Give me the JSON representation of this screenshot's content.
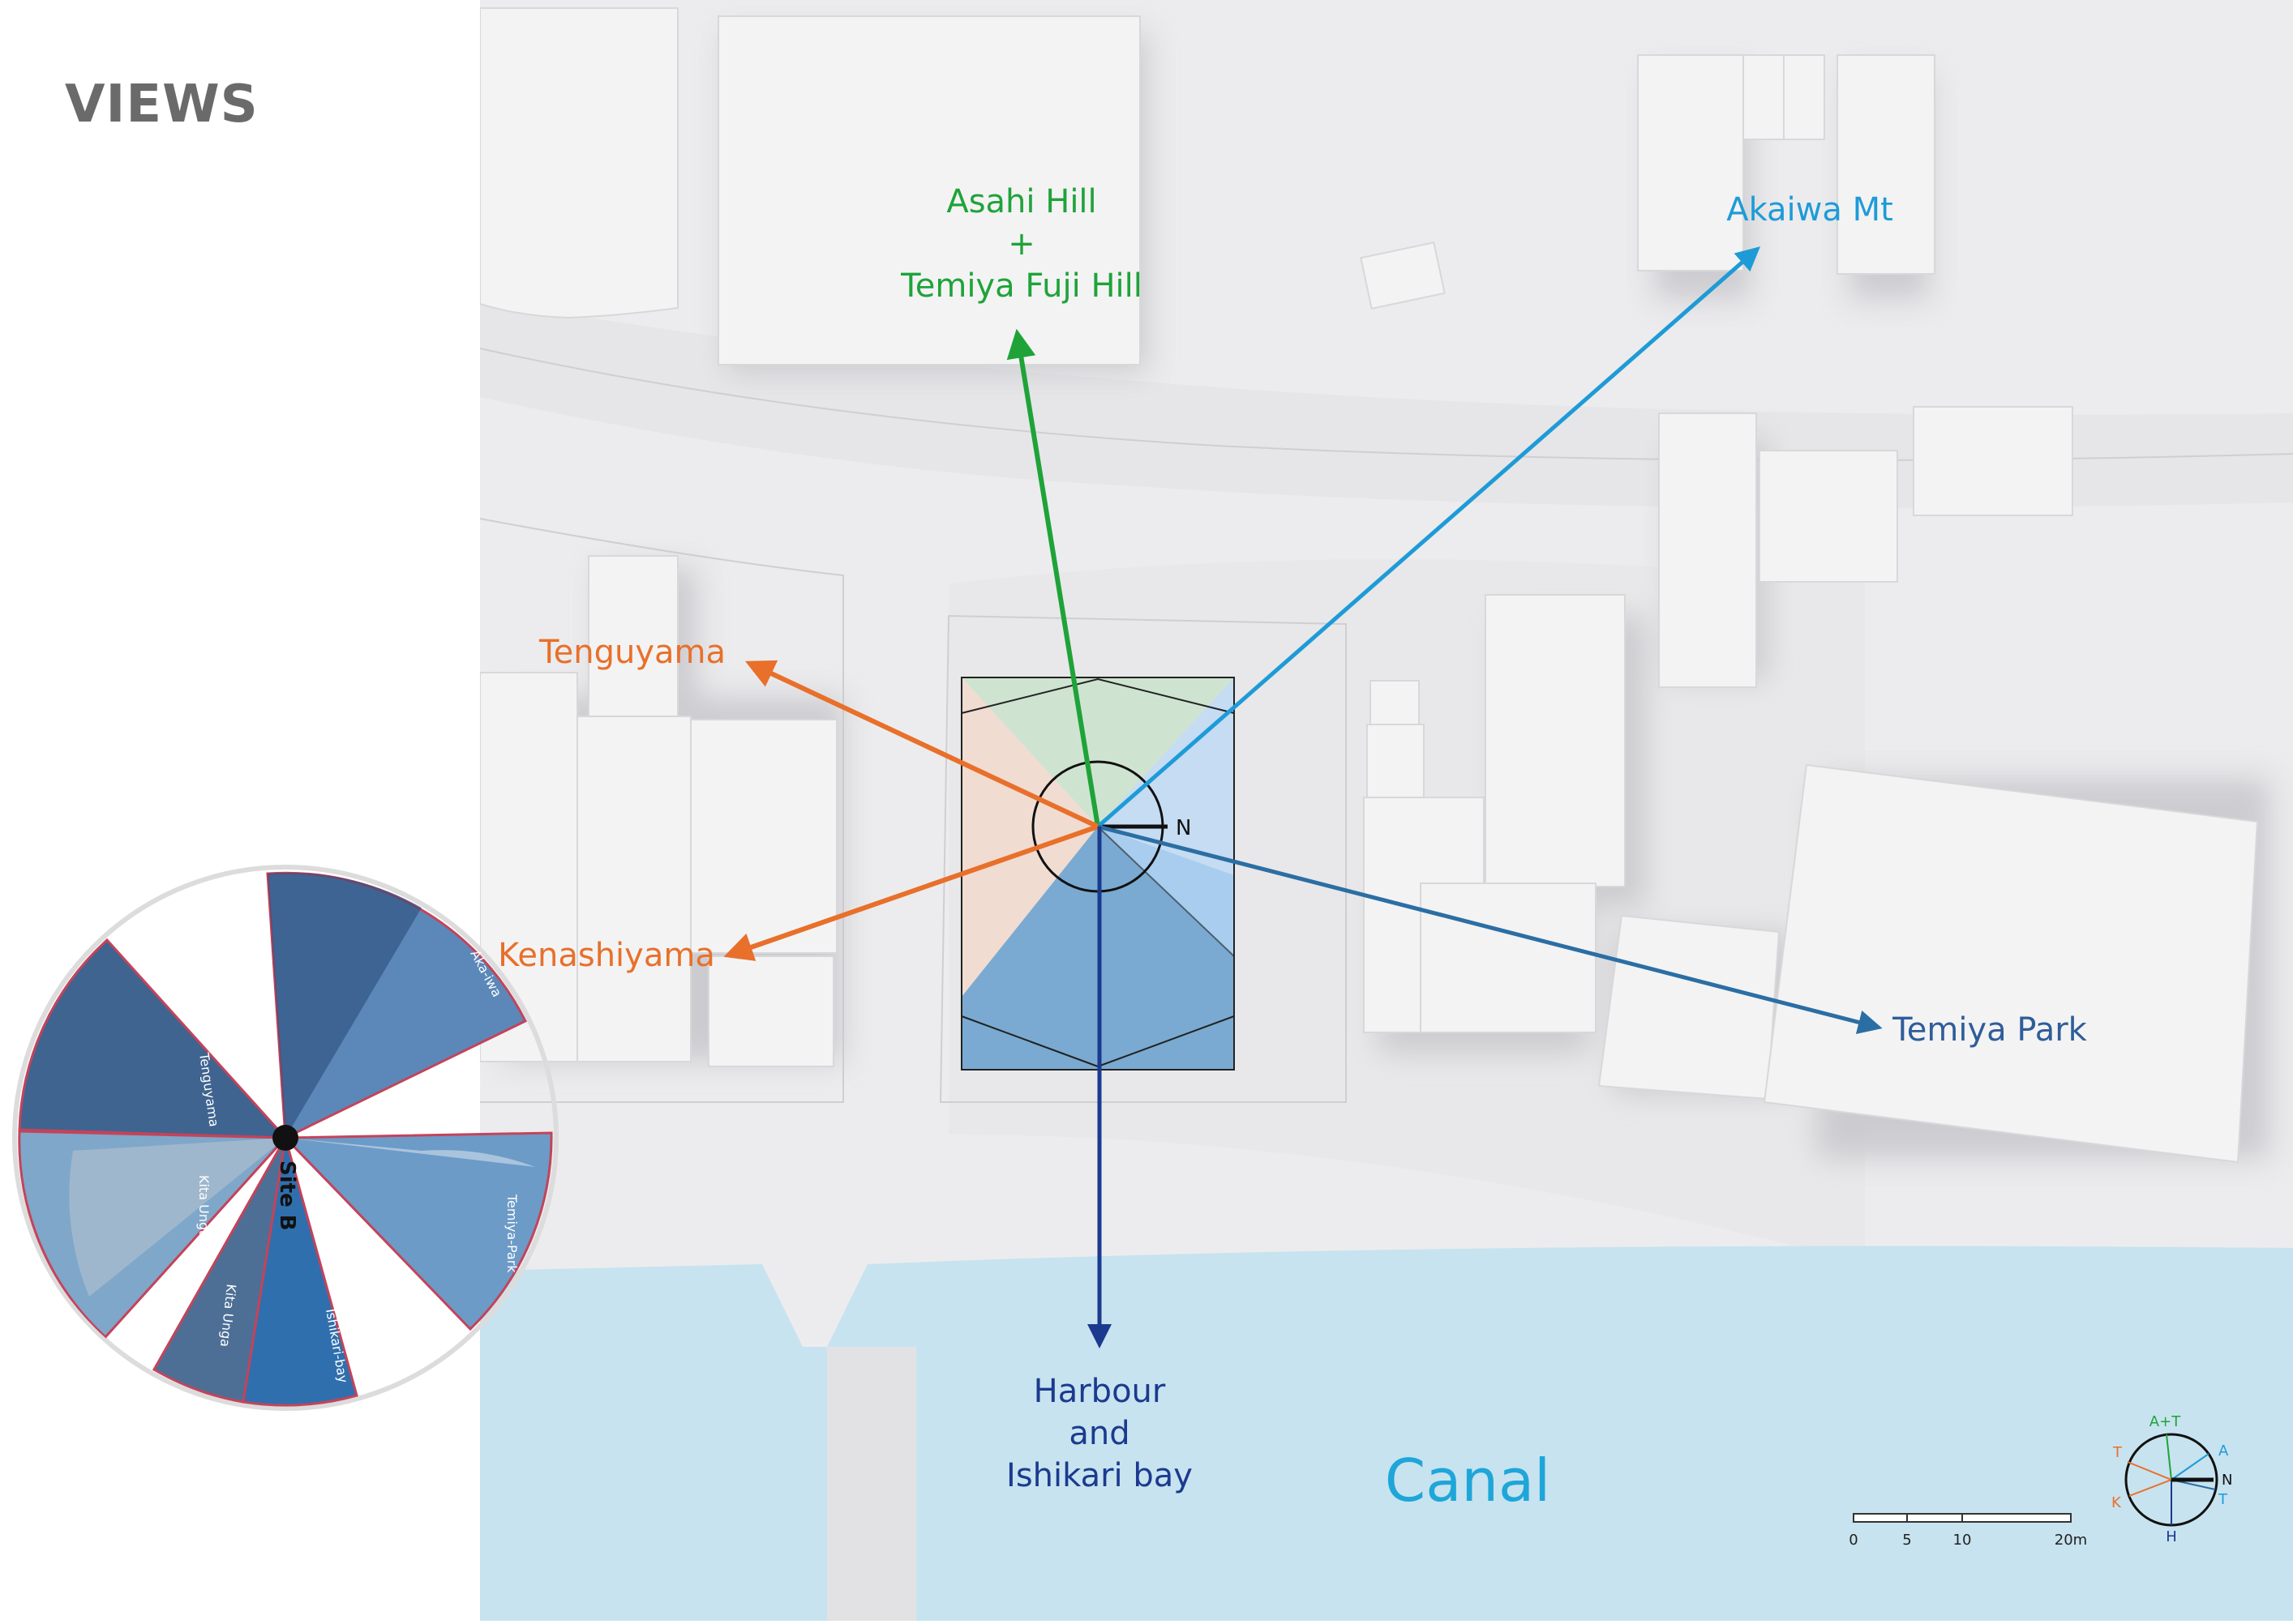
{
  "title": "VIEWS",
  "directions": {
    "asahi": {
      "lines": [
        "Asahi Hill",
        "+",
        "Temiya Fuji Hill"
      ],
      "color": "#1fa339"
    },
    "akaiwa": {
      "label": "Akaiwa Mt",
      "color": "#1e9bd7"
    },
    "tenguyama": {
      "label": "Tenguyama",
      "color": "#e8702a"
    },
    "kenashiyama": {
      "label": "Kenashiyama",
      "color": "#e8702a"
    },
    "temiya_park": {
      "label": "Temiya Park",
      "color": "#2f5d9a"
    },
    "harbour": {
      "lines": [
        "Harbour",
        "and",
        "Ishikari bay"
      ],
      "color": "#1b3a8f"
    }
  },
  "site_compass": {
    "north_label": "N"
  },
  "canal_label": "Canal",
  "scale_bar": {
    "ticks": [
      "0",
      "5",
      "10",
      "20m"
    ]
  },
  "mini_compass": {
    "labels": {
      "north": "N",
      "a_t": "A+T",
      "a": "A",
      "t_left": "T",
      "t_right": "T",
      "k": "K",
      "h": "H"
    }
  },
  "panorama": {
    "center_label": "Site B",
    "wedges": [
      "Aka-iwa",
      "Tenguyama",
      "Kita Unga",
      "Kita Unga",
      "Ishikari-bay",
      "Temiya-Park"
    ]
  }
}
